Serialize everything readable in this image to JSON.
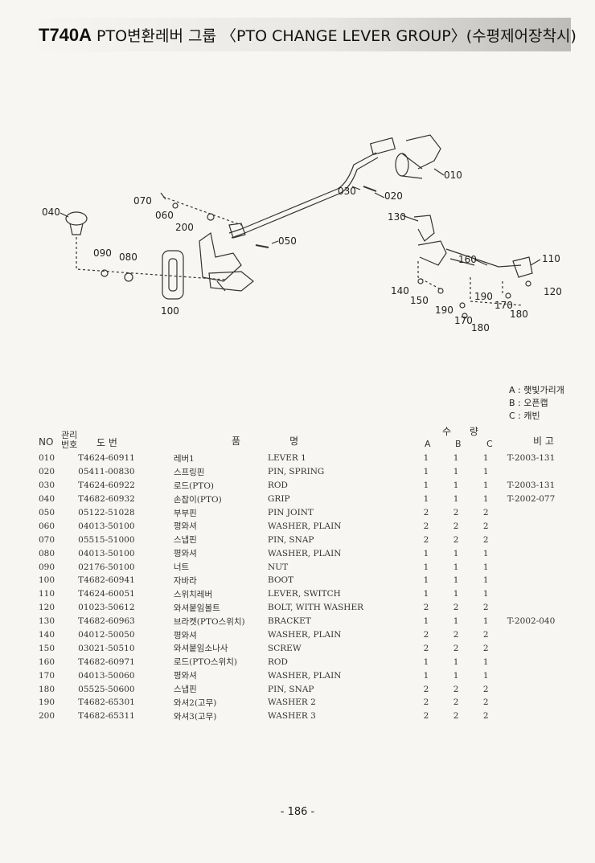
{
  "title": {
    "model": "T740A",
    "text": "PTO변환레버 그룹 〈PTO CHANGE LEVER GROUP〉(수평제어장착시)"
  },
  "diagram_labels": [
    "010",
    "020",
    "030",
    "040",
    "050",
    "060",
    "070",
    "080",
    "090",
    "100",
    "110",
    "120",
    "130",
    "140",
    "150",
    "160",
    "170",
    "170",
    "180",
    "180",
    "190",
    "190",
    "200"
  ],
  "legend": [
    "A : 햇빛가리개",
    "B : 오픈캡",
    "C : 캐빈"
  ],
  "table": {
    "headers": {
      "no": "NO",
      "mgmt": "관리 번호",
      "drawing": "도       번",
      "name": "품                명",
      "qty": "수      량",
      "qty_a": "A",
      "qty_b": "B",
      "qty_c": "C",
      "remark": "비 고"
    },
    "rows": [
      {
        "no": "010",
        "pn": "T4624-60911",
        "kr": "레버1",
        "en": "LEVER 1",
        "a": "1",
        "b": "1",
        "c": "1",
        "rm": "T-2003-131"
      },
      {
        "no": "020",
        "pn": "05411-00830",
        "kr": "스프링핀",
        "en": "PIN, SPRING",
        "a": "1",
        "b": "1",
        "c": "1",
        "rm": ""
      },
      {
        "no": "030",
        "pn": "T4624-60922",
        "kr": "로드(PTO)",
        "en": "ROD",
        "a": "1",
        "b": "1",
        "c": "1",
        "rm": "T-2003-131"
      },
      {
        "no": "040",
        "pn": "T4682-60932",
        "kr": "손잡이(PTO)",
        "en": "GRIP",
        "a": "1",
        "b": "1",
        "c": "1",
        "rm": "T-2002-077"
      },
      {
        "no": "050",
        "pn": "05122-51028",
        "kr": "부부핀",
        "en": "PIN JOINT",
        "a": "2",
        "b": "2",
        "c": "2",
        "rm": ""
      },
      {
        "no": "060",
        "pn": "04013-50100",
        "kr": "평와셔",
        "en": "WASHER, PLAIN",
        "a": "2",
        "b": "2",
        "c": "2",
        "rm": ""
      },
      {
        "no": "070",
        "pn": "05515-51000",
        "kr": "스냅핀",
        "en": "PIN, SNAP",
        "a": "2",
        "b": "2",
        "c": "2",
        "rm": ""
      },
      {
        "no": "080",
        "pn": "04013-50100",
        "kr": "평와셔",
        "en": "WASHER, PLAIN",
        "a": "1",
        "b": "1",
        "c": "1",
        "rm": ""
      },
      {
        "no": "090",
        "pn": "02176-50100",
        "kr": "너트",
        "en": "NUT",
        "a": "1",
        "b": "1",
        "c": "1",
        "rm": ""
      },
      {
        "no": "100",
        "pn": "T4682-60941",
        "kr": "자바라",
        "en": "BOOT",
        "a": "1",
        "b": "1",
        "c": "1",
        "rm": ""
      },
      {
        "no": "110",
        "pn": "T4624-60051",
        "kr": "스위치레버",
        "en": "LEVER, SWITCH",
        "a": "1",
        "b": "1",
        "c": "1",
        "rm": ""
      },
      {
        "no": "120",
        "pn": "01023-50612",
        "kr": "와셔붙임볼트",
        "en": "BOLT, WITH WASHER",
        "a": "2",
        "b": "2",
        "c": "2",
        "rm": ""
      },
      {
        "no": "130",
        "pn": "T4682-60963",
        "kr": "브라켓(PTO스위치)",
        "en": "BRACKET",
        "a": "1",
        "b": "1",
        "c": "1",
        "rm": "T-2002-040"
      },
      {
        "no": "140",
        "pn": "04012-50050",
        "kr": "평와셔",
        "en": "WASHER, PLAIN",
        "a": "2",
        "b": "2",
        "c": "2",
        "rm": ""
      },
      {
        "no": "150",
        "pn": "03021-50510",
        "kr": "와셔붙임소나사",
        "en": "SCREW",
        "a": "2",
        "b": "2",
        "c": "2",
        "rm": ""
      },
      {
        "no": "160",
        "pn": "T4682-60971",
        "kr": "로드(PTO스위치)",
        "en": "ROD",
        "a": "1",
        "b": "1",
        "c": "1",
        "rm": ""
      },
      {
        "no": "170",
        "pn": "04013-50060",
        "kr": "평와셔",
        "en": "WASHER, PLAIN",
        "a": "1",
        "b": "1",
        "c": "1",
        "rm": ""
      },
      {
        "no": "180",
        "pn": "05525-50600",
        "kr": "스냅핀",
        "en": "PIN, SNAP",
        "a": "2",
        "b": "2",
        "c": "2",
        "rm": ""
      },
      {
        "no": "190",
        "pn": "T4682-65301",
        "kr": "와셔2(고무)",
        "en": "WASHER 2",
        "a": "2",
        "b": "2",
        "c": "2",
        "rm": ""
      },
      {
        "no": "200",
        "pn": "T4682-65311",
        "kr": "와셔3(고무)",
        "en": "WASHER 3",
        "a": "2",
        "b": "2",
        "c": "2",
        "rm": ""
      }
    ]
  },
  "page_number": "- 186 -"
}
